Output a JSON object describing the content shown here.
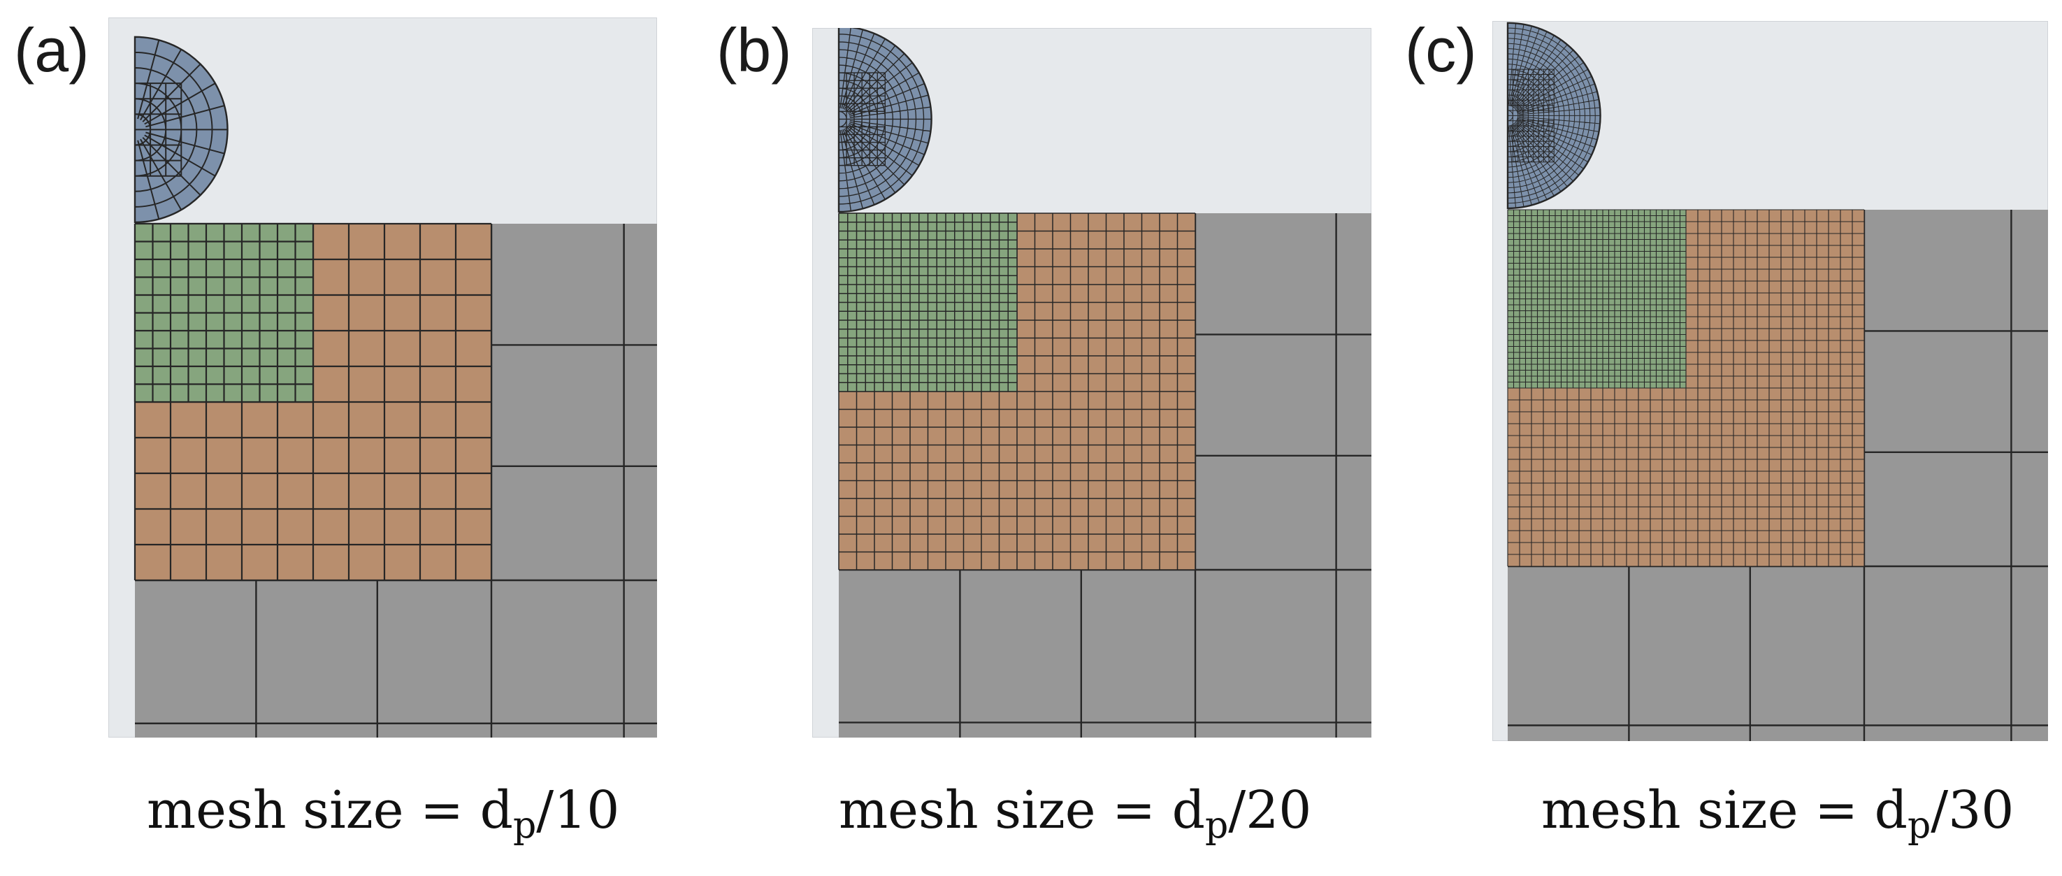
{
  "panels": [
    {
      "label": "(a)",
      "caption": {
        "prefix": "mesh size = d",
        "sub": "p",
        "suffix": "/10"
      },
      "divisor": 10
    },
    {
      "label": "(b)",
      "caption": {
        "prefix": "mesh size = d",
        "sub": "p",
        "suffix": "/20"
      },
      "divisor": 20
    },
    {
      "label": "(c)",
      "caption": {
        "prefix": "mesh size = d",
        "sub": "p",
        "suffix": "/30"
      },
      "divisor": 30
    }
  ],
  "colors": {
    "background": "#e6e9ec",
    "particle": "#7d91ab",
    "fine_region": "#86a57e",
    "medium_region": "#b88e6e",
    "coarse_region": "#979797",
    "grid_line": "#262626"
  }
}
